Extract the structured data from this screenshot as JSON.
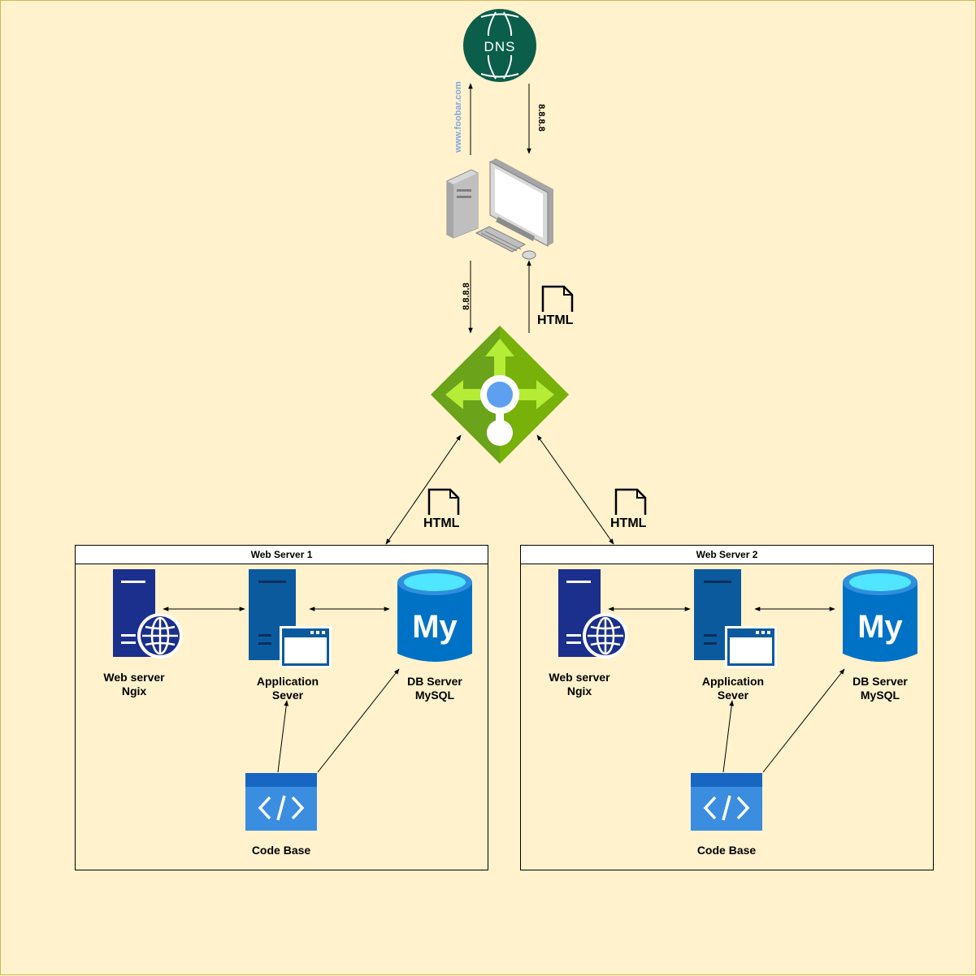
{
  "dns": {
    "label": "DNS"
  },
  "client": {
    "request_domain": "www.foobar.com",
    "dns_reply_ip": "8.8.8.8",
    "lb_request_ip": "8.8.8.8",
    "response_doc": "HTML"
  },
  "links": {
    "lb_ws1_doc": "HTML",
    "lb_ws2_doc": "HTML"
  },
  "servers": [
    {
      "title": "Web Server 1",
      "web_label_1": "Web server",
      "web_label_2": "Ngix",
      "app_label_1": "Application",
      "app_label_2": "Sever",
      "db_label_1": "DB Server",
      "db_label_2": "MySQL",
      "code_label": "Code Base",
      "mysql_mark": "My"
    },
    {
      "title": "Web Server 2",
      "web_label_1": "Web server",
      "web_label_2": "Ngix",
      "app_label_1": "Application",
      "app_label_2": "Sever",
      "db_label_1": "DB Server",
      "db_label_2": "MySQL",
      "code_label": "Code Base",
      "mysql_mark": "My"
    }
  ],
  "colors": {
    "background": "#fff2cc",
    "dns_green": "#0b5e49",
    "lb_green": "#7fba00",
    "lb_dot": "#5ea0ef",
    "web_server_blue": "#1b2f8c",
    "app_server_blue": "#0c5a9e",
    "mysql_blue": "#0072c6",
    "mysql_top": "#50e6ff",
    "code_blue": "#2a7fd8",
    "foobar_text": "#7ea6e0"
  },
  "icons": [
    "globe-icon",
    "computer-icon",
    "load-balancer-icon",
    "document-icon",
    "web-server-icon",
    "app-server-icon",
    "mysql-icon",
    "code-icon"
  ]
}
